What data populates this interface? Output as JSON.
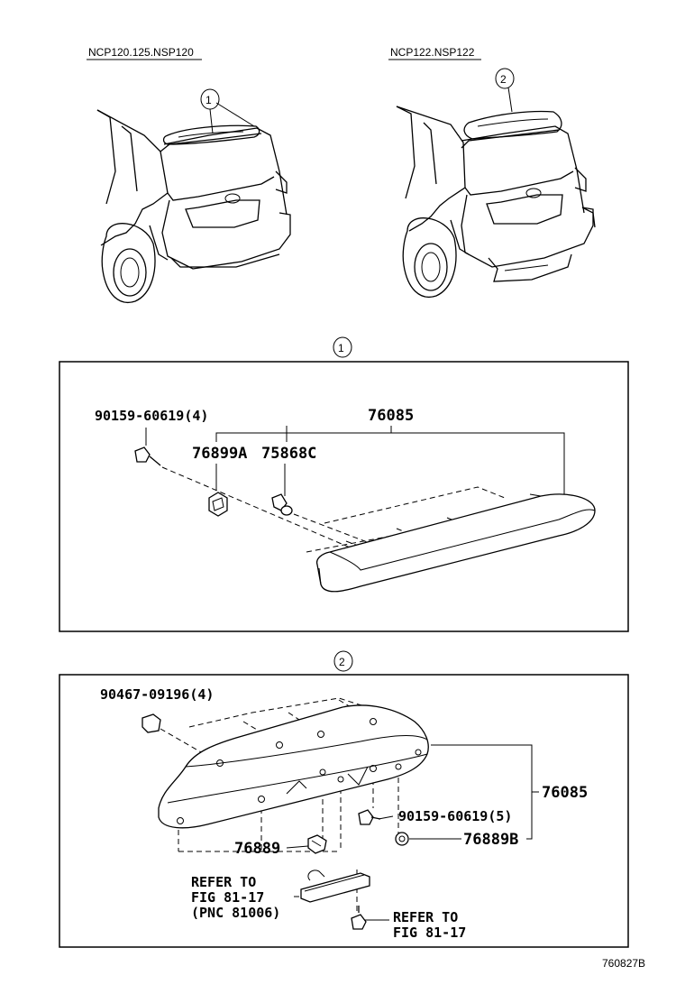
{
  "header": {
    "variant_left": "NCP120.125.NSP120",
    "variant_right": "NCP122.NSP122"
  },
  "callouts": {
    "one": "1",
    "two": "2"
  },
  "section1": {
    "part_bolt": "90159-60619(4)",
    "part_spoiler": "76085",
    "part_retainer": "76899A",
    "part_clip": "75868C"
  },
  "section2": {
    "part_nut": "90467-09196(4)",
    "part_spoiler": "76085",
    "part_bolt": "90159-60619(5)",
    "part_cushion_b": "76889B",
    "part_cushion": "76889",
    "refer1_line1": "REFER TO",
    "refer1_line2": "FIG 81-17",
    "refer1_line3": "(PNC 81006)",
    "refer2_line1": "REFER TO",
    "refer2_line2": "FIG 81-17"
  },
  "footer": {
    "figure_code": "760827B"
  }
}
